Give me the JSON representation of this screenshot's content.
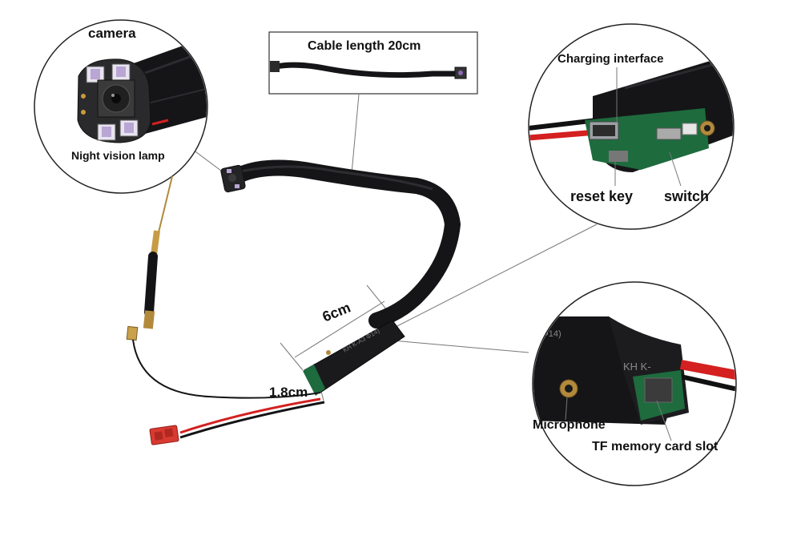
{
  "labels": {
    "camera": "camera",
    "night_vision_lamp": "Night vision lamp",
    "cable_length": "Cable length 20cm",
    "charging_interface": "Charging interface",
    "reset_key": "reset key",
    "switch": "switch",
    "length_6cm": "6cm",
    "length_1_8cm": "1.8cm",
    "microphone": "Microphone",
    "tf_slot": "TF memory card slot"
  },
  "colors": {
    "background": "#ffffff",
    "cable": "#1b1b1f",
    "wire_red": "#d42020",
    "pcb_green": "#1f7a44",
    "brass": "#b38a3c",
    "connector_red": "#d83a32"
  }
}
